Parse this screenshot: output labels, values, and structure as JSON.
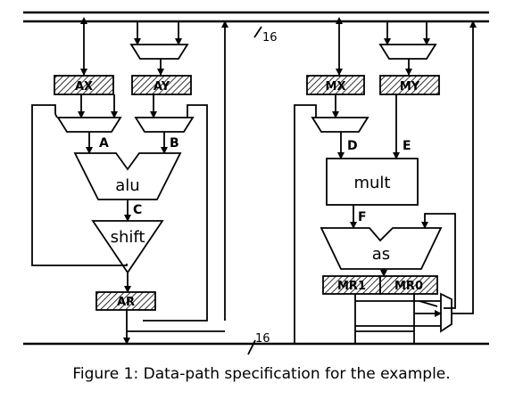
{
  "diagram": {
    "bus_width_top": "16",
    "bus_width_bottom": "16",
    "registers": {
      "ax": "AX",
      "ay": "AY",
      "mx": "MX",
      "my": "MY",
      "ar": "AR",
      "mr1": "MR1",
      "mr0": "MR0"
    },
    "units": {
      "alu": "alu",
      "shift": "shift",
      "mult": "mult",
      "as": "as"
    },
    "wires": {
      "a": "A",
      "b": "B",
      "c": "C",
      "d": "D",
      "e": "E",
      "f": "F"
    }
  },
  "caption": "Figure 1: Data-path specification for the example."
}
